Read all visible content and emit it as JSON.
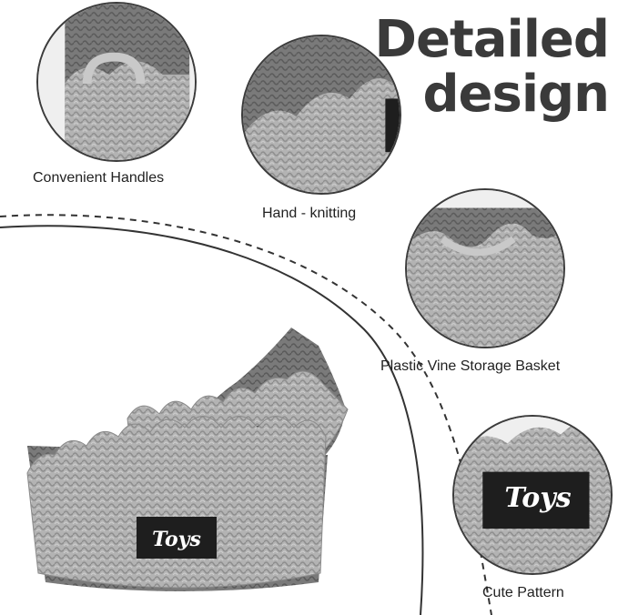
{
  "headline": {
    "line1": "Detailed",
    "line2": "design"
  },
  "captions": {
    "handles": "Convenient Handles",
    "knitting": "Hand - knitting",
    "vine": "Plastic Vine Storage Basket",
    "pattern": "Cute Pattern"
  },
  "labels": {
    "toys": "Toys"
  },
  "colors": {
    "weave": "#a9a9a9",
    "weave_dark": "#6e6e6e",
    "label_bg": "#1e1e1e",
    "text": "#3a3a3a"
  }
}
